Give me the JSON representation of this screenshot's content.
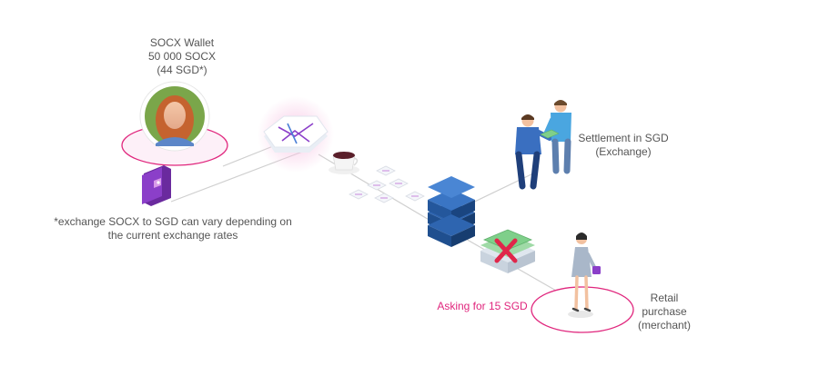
{
  "wallet": {
    "title": "SOCX Wallet",
    "amount": "50 000 SOCX",
    "value": "(44 SGD*)"
  },
  "disclaimer": {
    "line1": "*exchange SOCX to SGD can vary depending on",
    "line2": "the current exchange rates"
  },
  "settlement": {
    "line1": "Settlement in SGD",
    "line2": "(Exchange)"
  },
  "asking": {
    "label": "Asking for 15 SGD"
  },
  "retail": {
    "line1": "Retail",
    "line2": "purchase",
    "line3": "(merchant)"
  },
  "colors": {
    "accent_pink": "#e0267d",
    "accent_purple": "#8b3fc9",
    "server_blue": "#1f4f8f",
    "reject_red": "#e0264a",
    "cash_green": "#7fcf8a"
  },
  "icons": {
    "avatar": "woman-avatar",
    "wallet": "wallet-icon",
    "token": "socx-token-icon",
    "coffee": "coffee-cup-icon",
    "tokens": "token-stream-icons",
    "server": "server-stack-icon",
    "cash_rejected": "cash-rejected-icon",
    "people": "handshake-people-icon",
    "shopper": "shopper-woman-icon"
  }
}
